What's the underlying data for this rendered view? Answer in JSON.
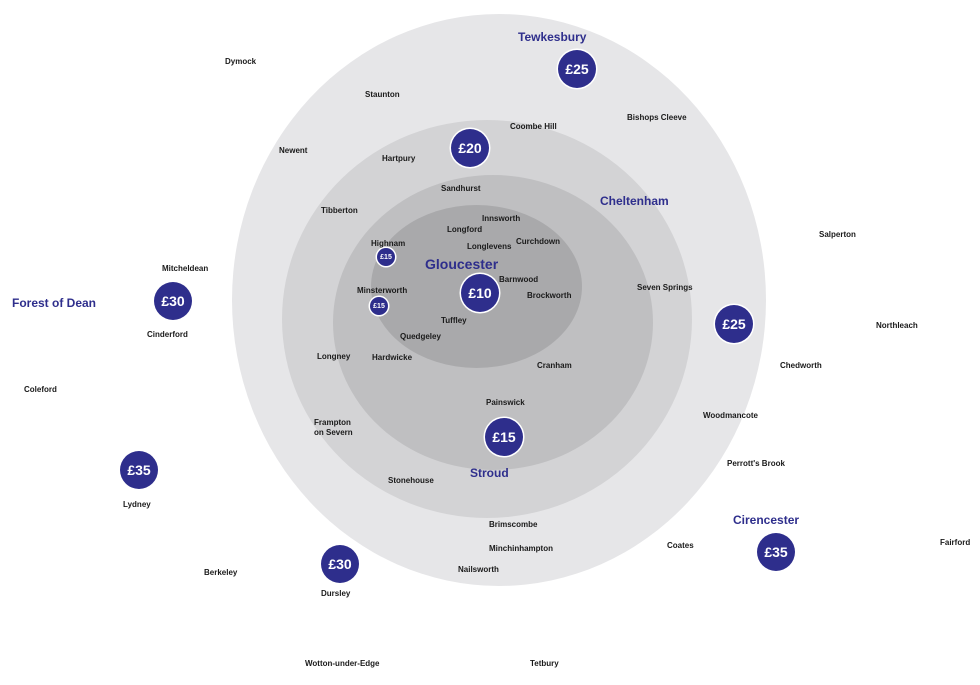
{
  "colors": {
    "accent": "#2e2e8c",
    "zone_outer": "#e6e6e8",
    "zone_3": "#d3d3d5",
    "zone_2": "#bfbfc1",
    "zone_1": "#a9a9ab"
  },
  "towns": {
    "tewkesbury": "Tewkesbury",
    "cheltenham": "Cheltenham",
    "gloucester": "Gloucester",
    "forest_of_dean": "Forest of Dean",
    "stroud": "Stroud",
    "cirencester": "Cirencester"
  },
  "prices": {
    "tewkesbury": "£25",
    "inner_north": "£20",
    "gloucester": "£10",
    "highnam": "£15",
    "minsterworth": "£15",
    "stroud": "£15",
    "east": "£25",
    "forest_of_dean": "£30",
    "lydney": "£35",
    "dursley": "£30",
    "cirencester": "£35"
  },
  "places": {
    "dymock": "Dymock",
    "staunton": "Staunton",
    "coombe_hill": "Coombe Hill",
    "bishops_cleeve": "Bishops Cleeve",
    "newent": "Newent",
    "hartpury": "Hartpury",
    "sandhurst": "Sandhurst",
    "tibberton": "Tibberton",
    "innsworth": "Innsworth",
    "longford": "Longford",
    "highnam": "Highnam",
    "longlevens": "Longlevens",
    "churchdown": "Curchdown",
    "salperton": "Salperton",
    "mitcheldean": "Mitcheldean",
    "barnwood": "Barnwood",
    "seven_springs": "Seven Springs",
    "minsterworth": "Minsterworth",
    "brockworth": "Brockworth",
    "tuffley": "Tuffley",
    "northleach": "Northleach",
    "cinderford": "Cinderford",
    "quedgeley": "Quedgeley",
    "longney": "Longney",
    "hardwicke": "Hardwicke",
    "cranham": "Cranham",
    "chedworth": "Chedworth",
    "coleford": "Coleford",
    "painswick": "Painswick",
    "woodmancote": "Woodmancote",
    "frampton_line1": "Frampton",
    "frampton_line2": "on Severn",
    "perrotts_brook": "Perrott's Brook",
    "lydney": "Lydney",
    "stonehouse": "Stonehouse",
    "brimscombe": "Brimscombe",
    "fairford": "Fairford",
    "coates": "Coates",
    "minchinhampton": "Minchinhampton",
    "berkeley": "Berkeley",
    "nailsworth": "Nailsworth",
    "dursley": "Dursley",
    "wotton": "Wotton-under-Edge",
    "tetbury": "Tetbury"
  }
}
